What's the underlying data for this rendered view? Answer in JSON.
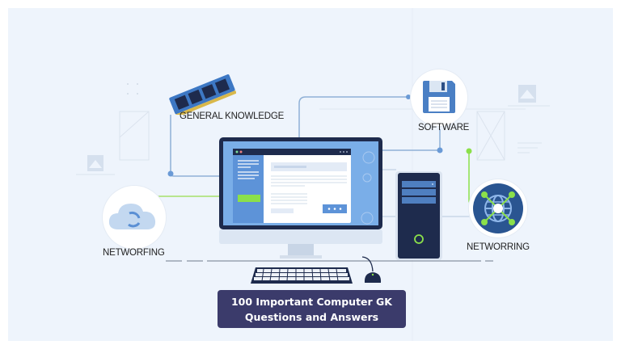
{
  "colors": {
    "background": "#eef4fc",
    "title_box": "#3b3b6b",
    "accent_blue": "#4a86d0",
    "dark_navy": "#1e2b4d",
    "accent_green": "#8be04a"
  },
  "labels": {
    "general_knowledge": "GENERAL KNOWLEDGE",
    "software": "SOFTWARE",
    "networking_left": "NETWORFING",
    "networking_right": "NETWORRING"
  },
  "title": {
    "line1": "100 Important Computer GK",
    "line2": "Questions and Answers"
  },
  "icons": {
    "ram": "ram-memory-icon",
    "floppy": "floppy-disk-icon",
    "cloud": "cloud-sync-icon",
    "globe": "network-globe-icon",
    "monitor": "desktop-monitor-icon",
    "tower": "cpu-tower-icon",
    "keyboard": "keyboard-icon",
    "mouse": "mouse-icon"
  }
}
